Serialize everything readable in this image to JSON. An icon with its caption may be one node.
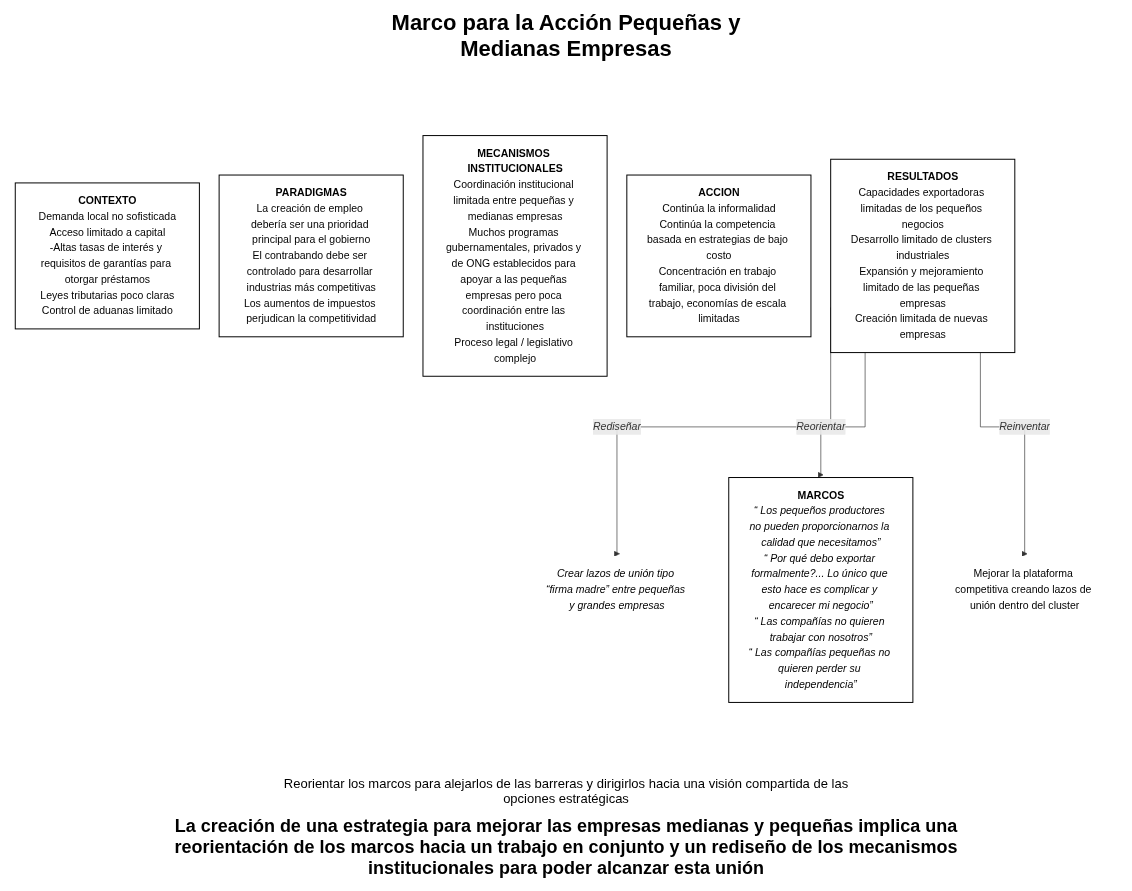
{
  "diagram": {
    "title": "Marco para la Acción Pequeñas y Medianas Empresas",
    "nodes": [
      {
        "text": [
          "CONTEXTO",
          "Demanda local no sofisticada",
          "Acceso limitado a capital",
          "-Altas tasas de interés y requisitos de garantías para otorgar préstamos",
          "Leyes tributarias poco claras",
          "Control de aduanas limitado"
        ]
      },
      {
        "text": [
          "PARADIGMAS",
          "La creación de empleo debería ser una prioridad principal para el gobierno",
          "El contrabando debe ser controlado para desarrollar industrias más competitivas",
          "Los aumentos de impuestos perjudican la competitividad"
        ]
      },
      {
        "text": [
          "MARCOS",
          "“ Los pequeños productores no pueden proporcionarnos la calidad que necesitamos”",
          "“ Por qué debo exportar formalmente?... Lo único que esto hace es complicar y encarecer mi negocio”",
          "“ Las compañías no quieren trabajar con nosotros”",
          "“ Las compañías pequeñas no quieren perder su independencia”"
        ]
      },
      {
        "text": [
          "MECANISMOS INSTITUCIONALES",
          "Coordinación institucional limitada entre pequeñas y medianas empresas",
          "Muchos programas gubernamentales, privados y de ONG establecidos para apoyar a las pequeñas empresas pero poca coordinación entre las instituciones",
          "Proceso legal / legislativo complejo"
        ]
      },
      {
        "text": [
          "ACCION",
          "Continúa la informalidad",
          "Continúa la competencia basada en estrategias de bajo costo",
          "Concentración en trabajo familiar, poca división del trabajo, economías de escala limitadas"
        ]
      },
      {
        "text": [
          "RESULTADOS",
          "Capacidades exportadoras limitadas de los pequeños negocios",
          "Desarrollo limitado de clusters industriales",
          "Expansión y mejoramiento limitado de las pequeñas empresas",
          "Creación limitada de nuevas empresas"
        ]
      },
      {
        "text": [
          "Mejorar la plataforma competitiva creando lazos de unión dentro del cluster"
        ]
      },
      {
        "text": [
          "Crear lazos de unión tipo “firma madre” entre pequeñas y grandes empresas"
        ]
      }
    ],
    "edges": [
      {
        "from": 5,
        "to": 7,
        "arrow": "to",
        "label": "Rediseñar"
      },
      {
        "from": 5,
        "to": 2,
        "arrow": "to",
        "label": "Reorientar"
      },
      {
        "from": 5,
        "to": 6,
        "arrow": "to",
        "label": "Reinventar"
      }
    ],
    "labels": [
      "Reorientar los marcos para alejarlos de las barreras y dirigirlos hacia una visión compartida de las opciones estratégicas"
    ],
    "caption": "La creación de una estrategia para mejorar las empresas medianas y pequeñas implica una reorientación de los marcos hacia un trabajo en conjunto y un rediseño de los mecanismos institucionales para poder alcanzar esta unión"
  }
}
